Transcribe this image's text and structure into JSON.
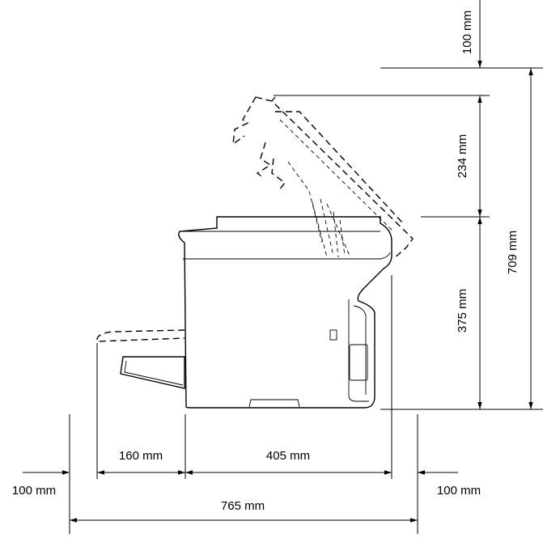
{
  "dimensions": {
    "top_clearance": "100 mm",
    "lid_open_height": "234 mm",
    "body_height": "375 mm",
    "total_height": "709 mm",
    "tray_extension": "160 mm",
    "body_depth": "405 mm",
    "left_clearance": "100 mm",
    "right_clearance": "100 mm",
    "total_depth": "765 mm"
  }
}
